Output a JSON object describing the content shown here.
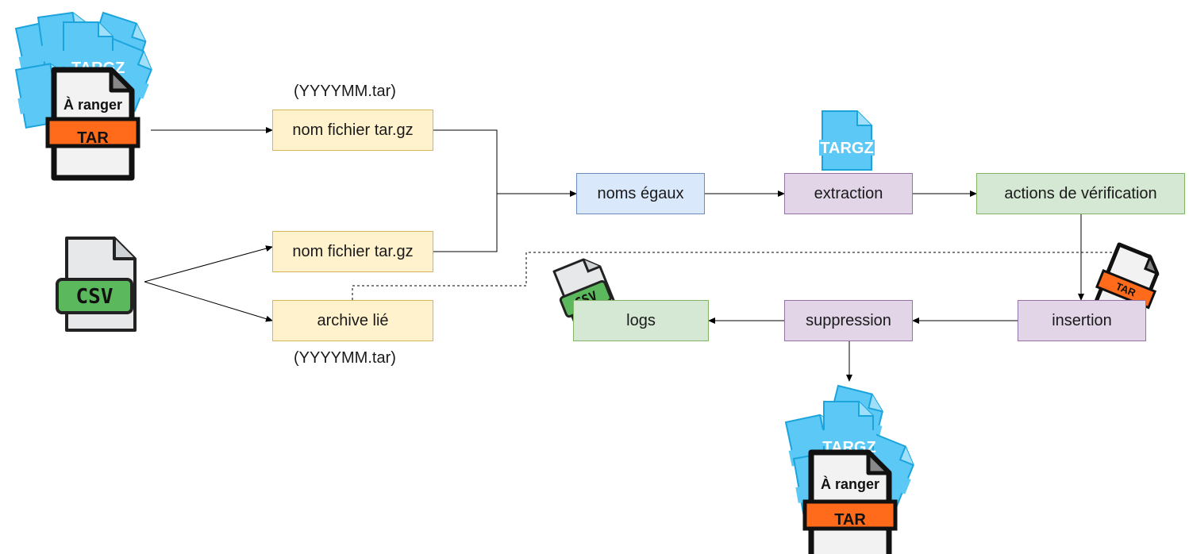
{
  "diagram": {
    "node_tar1": "nom fichier tar.gz",
    "node_tar2": "nom fichier tar.gz",
    "node_archive": "archive lié",
    "node_equal": "noms égaux",
    "node_extraction": "extraction",
    "node_check": "actions de vérification",
    "node_insertion": "insertion",
    "node_suppression": "suppression",
    "node_logs": "logs",
    "label_top": "(YYYYMM.tar)",
    "label_bottom": "(YYYYMM.tar)"
  },
  "icons": {
    "archive_stack_top": {
      "tag": "À ranger",
      "band": "TAR",
      "file": "TARGZ"
    },
    "archive_stack_bottom": {
      "tag": "À ranger",
      "band": "TAR",
      "file": "TARGZ"
    },
    "csv_file": {
      "band": "CSV"
    },
    "targz_file": {
      "band": "TARGZ"
    },
    "tar_small": {
      "band": "TAR"
    },
    "csv_small": {
      "band": "CSV"
    }
  },
  "colors": {
    "yellow": "#fff2cc",
    "blue": "#dae8fc",
    "purple": "#e1d5e7",
    "green": "#d5e8d4",
    "targz_blue": "#5bc8f5",
    "tar_orange": "#ff6b1a",
    "csv_green": "#5cb85c"
  }
}
